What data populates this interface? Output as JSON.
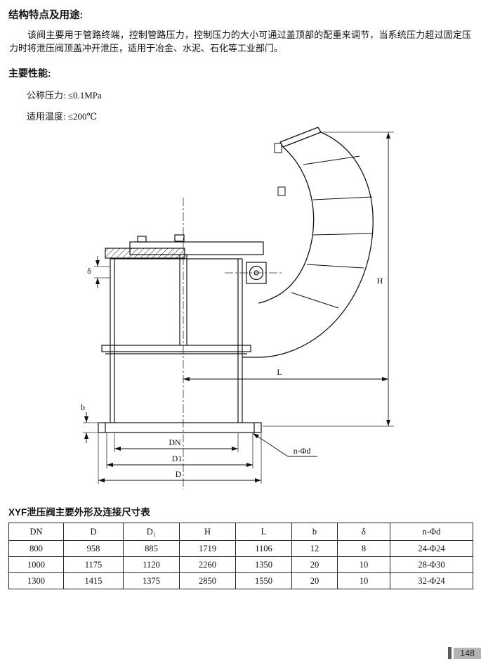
{
  "doc": {
    "features_title": "结构特点及用途:",
    "intro": "该阀主要用于管路终端，控制管路压力，控制压力的大小可通过盖顶部的配重来调节，当系统压力超过固定压力时将泄压阀顶盖冲开泄压，适用于冶金、水泥、石化等工业部门。",
    "performance_title": "主要性能:",
    "spec_pressure": "公称压力: ≤0.1MPa",
    "spec_temperature": "适用温度: ≤200℃",
    "page_number": "148"
  },
  "drawing": {
    "labels": {
      "delta": "δ",
      "H": "H",
      "L": "L",
      "b": "b",
      "DN": "DN",
      "D1": "D1",
      "D": "D",
      "n_phi_d": "n-Φd"
    }
  },
  "table": {
    "title": "XYF泄压阀主要外形及连接尺寸表",
    "headers": [
      "DN",
      "D",
      "D₁",
      "H",
      "L",
      "b",
      "δ",
      "n-Φd"
    ],
    "rows": [
      [
        "800",
        "958",
        "885",
        "1719",
        "1106",
        "12",
        "8",
        "24-Φ24"
      ],
      [
        "1000",
        "1175",
        "1120",
        "2260",
        "1350",
        "20",
        "10",
        "28-Φ30"
      ],
      [
        "1300",
        "1415",
        "1375",
        "2850",
        "1550",
        "20",
        "10",
        "32-Φ24"
      ]
    ]
  }
}
